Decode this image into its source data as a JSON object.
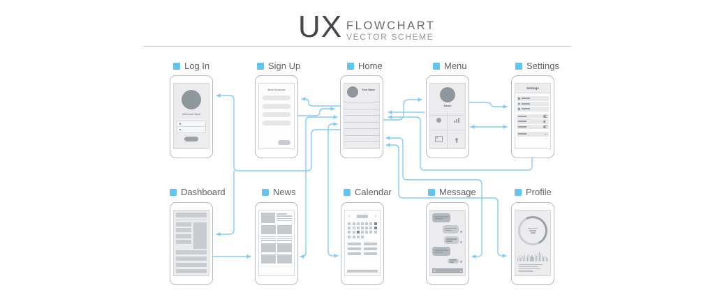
{
  "header": {
    "logo": "UX",
    "title": "FLOWCHART",
    "subtitle": "VECTOR SCHEME"
  },
  "colors": {
    "accent_blue": "#64c3ec",
    "line_blue": "#87cbf0",
    "label_text": "#5d6266",
    "logo_text": "#43474b",
    "phone_border": "#b5bbc1",
    "screen_gray": "#ececee",
    "block_gray": "#c7ccd0",
    "dark_gray": "#8f969c"
  },
  "screens": [
    {
      "id": "login",
      "label": "Log In",
      "welcome_text": "Welcome Back"
    },
    {
      "id": "signup",
      "label": "Sign Up",
      "title_text": "New Account"
    },
    {
      "id": "home",
      "label": "Home",
      "user_text": "Your Name",
      "list_rows": 7
    },
    {
      "id": "menu",
      "label": "Menu",
      "name_text": "Name",
      "grid_icons": [
        "user-circle-icon",
        "bar-chart-icon",
        "photo-icon",
        "lightbulb-icon"
      ]
    },
    {
      "id": "settings",
      "label": "Settings",
      "screen_title": "Settings",
      "link_rows": 3,
      "toggle_rows": 3,
      "footer_rows": 1
    },
    {
      "id": "dashboard",
      "label": "Dashboard"
    },
    {
      "id": "news",
      "label": "News"
    },
    {
      "id": "calendar",
      "label": "Calendar",
      "prev_icon": "‹",
      "next_icon": "›",
      "grid": [
        [
          "L",
          "L",
          "L",
          "L",
          "L",
          "L",
          "D"
        ],
        [
          "L",
          "O",
          "L",
          "L",
          "L",
          "L",
          "D"
        ],
        [
          "L",
          "L",
          "D",
          "L",
          "L",
          "L",
          "L"
        ],
        [
          "L",
          "L",
          "L",
          "L",
          "X",
          "X",
          "X"
        ]
      ]
    },
    {
      "id": "message",
      "label": "Message",
      "bubbles": [
        {
          "side": "left",
          "w": 58,
          "h": 13,
          "dark": true
        },
        {
          "side": "right",
          "w": 60,
          "h": 12,
          "dark": false
        },
        {
          "side": "right",
          "w": 54,
          "h": 11,
          "dark": false
        },
        {
          "side": "left",
          "w": 58,
          "h": 13,
          "dark": true
        },
        {
          "side": "right",
          "w": 42,
          "h": 7,
          "dark": false
        }
      ]
    },
    {
      "id": "profile",
      "label": "Profile",
      "chart_bars": [
        6,
        8,
        5,
        9,
        7,
        10,
        6,
        8,
        11,
        7,
        9,
        6,
        10,
        8,
        12,
        14,
        11,
        9,
        7,
        8,
        6,
        5
      ]
    }
  ],
  "connections": [
    {
      "from": "Home",
      "to": "Log In"
    },
    {
      "from": "Home",
      "to": "Sign Up"
    },
    {
      "from": "Sign Up",
      "to": "Home"
    },
    {
      "from": "Home",
      "to": "Dashboard"
    },
    {
      "from": "Dashboard",
      "to": "News"
    },
    {
      "from": "Home",
      "to": "News",
      "bidirectional": true
    },
    {
      "from": "Home",
      "to": "Calendar",
      "bidirectional": true
    },
    {
      "from": "Menu",
      "to": "Home"
    },
    {
      "from": "Home",
      "to": "Menu"
    },
    {
      "from": "Menu",
      "to": "Settings"
    },
    {
      "from": "Menu",
      "to": "Settings",
      "bidirectional": true
    },
    {
      "from": "Settings",
      "to": "Home"
    },
    {
      "from": "Home",
      "to": "Message",
      "bidirectional": true
    },
    {
      "from": "Home",
      "to": "Profile",
      "bidirectional": true
    }
  ]
}
